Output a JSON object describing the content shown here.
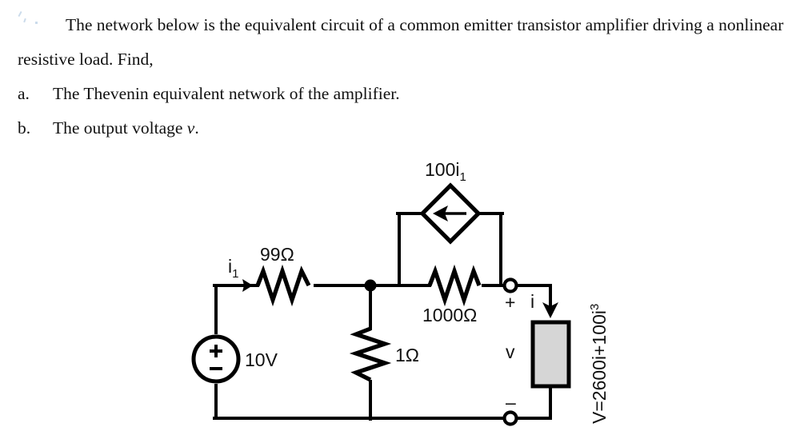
{
  "document": {
    "type": "textbook-problem",
    "paragraph": {
      "lead_in": "The network below is the equivalent circuit of a common emitter transistor amplifier driving a nonlinear resistive load. Find,"
    },
    "questions": [
      {
        "marker": "a.",
        "text": "The Thevenin equivalent network of the amplifier."
      },
      {
        "marker": "b.",
        "text_before_italic": "The output voltage ",
        "italic": "v",
        "text_after_italic": "."
      }
    ]
  },
  "circuit": {
    "title": "common emitter transistor amplifier equivalent circuit with nonlinear load",
    "source": {
      "label": "10V",
      "type": "independent-voltage-source",
      "plus": "+",
      "minus": "–"
    },
    "current_label": {
      "base": "i",
      "subscript": "1"
    },
    "resistors": [
      {
        "name": "series-input-resistor",
        "label": "99",
        "unit": "Ω",
        "full": "99Ω"
      },
      {
        "name": "shunt-resistor",
        "label": "1",
        "unit": "Ω",
        "full": "1Ω"
      },
      {
        "name": "output-resistor",
        "label": "1000",
        "unit": "Ω",
        "full": "1000Ω"
      }
    ],
    "dependent_source": {
      "name": "dependent-current-source",
      "label_base": "100i",
      "label_subscript": "1",
      "label_full": "100i₁",
      "direction": "left"
    },
    "terminals": {
      "positive_marker": "+",
      "negative_marker": "–",
      "voltage_label": "v",
      "current_label": "i"
    },
    "load": {
      "name": "nonlinear-resistive-load",
      "equation_parts": {
        "base": "V=2600i+100i",
        "exponent": "3"
      },
      "equation_full": "V=2600i+100i³",
      "fill_color": "#d6d6d6",
      "orientation": "vertical-rotated-text"
    }
  },
  "colors": {
    "ink": "#111111",
    "wire": "#000000",
    "load_fill": "#d6d6d6",
    "page": "#ffffff"
  }
}
